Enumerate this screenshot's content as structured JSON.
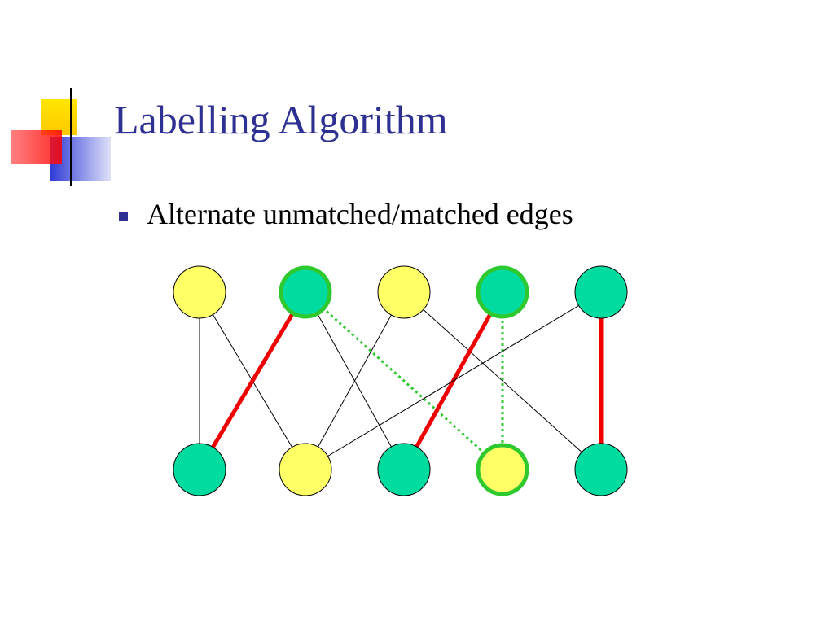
{
  "slide": {
    "title": "Labelling Algorithm",
    "bullets": [
      {
        "text": "Alternate unmatched/matched edges"
      }
    ]
  },
  "theme": {
    "title_color": "#2e3192",
    "bullet_color": "#2e3192",
    "accent_yellow": "#ffd700",
    "accent_red": "#ff0000",
    "accent_blue": "#2e3bd6"
  },
  "graph": {
    "description_free": true,
    "colors": {
      "yellow": "#ffff66",
      "teal": "#00dba0",
      "highlight": "#2ec92e",
      "matched": "#ee0000",
      "plain": "#000000"
    },
    "top_row": [
      {
        "id": "t1",
        "color": "yellow",
        "highlighted": false
      },
      {
        "id": "t2",
        "color": "teal",
        "highlighted": true
      },
      {
        "id": "t3",
        "color": "yellow",
        "highlighted": false
      },
      {
        "id": "t4",
        "color": "teal",
        "highlighted": true
      },
      {
        "id": "t5",
        "color": "teal",
        "highlighted": false
      }
    ],
    "bottom_row": [
      {
        "id": "b1",
        "color": "teal",
        "highlighted": false
      },
      {
        "id": "b2",
        "color": "yellow",
        "highlighted": false
      },
      {
        "id": "b3",
        "color": "teal",
        "highlighted": false
      },
      {
        "id": "b4",
        "color": "yellow",
        "highlighted": true
      },
      {
        "id": "b5",
        "color": "teal",
        "highlighted": false
      }
    ],
    "edges": [
      {
        "from": "t1",
        "to": "b1",
        "kind": "plain"
      },
      {
        "from": "t1",
        "to": "b2",
        "kind": "plain"
      },
      {
        "from": "t2",
        "to": "b1",
        "kind": "matched"
      },
      {
        "from": "t2",
        "to": "b3",
        "kind": "plain"
      },
      {
        "from": "t2",
        "to": "b4",
        "kind": "alternating"
      },
      {
        "from": "t3",
        "to": "b2",
        "kind": "plain"
      },
      {
        "from": "t3",
        "to": "b5",
        "kind": "plain"
      },
      {
        "from": "t4",
        "to": "b3",
        "kind": "matched"
      },
      {
        "from": "t4",
        "to": "b4",
        "kind": "alternating"
      },
      {
        "from": "t5",
        "to": "b2",
        "kind": "plain"
      },
      {
        "from": "t5",
        "to": "b5",
        "kind": "matched"
      }
    ]
  }
}
